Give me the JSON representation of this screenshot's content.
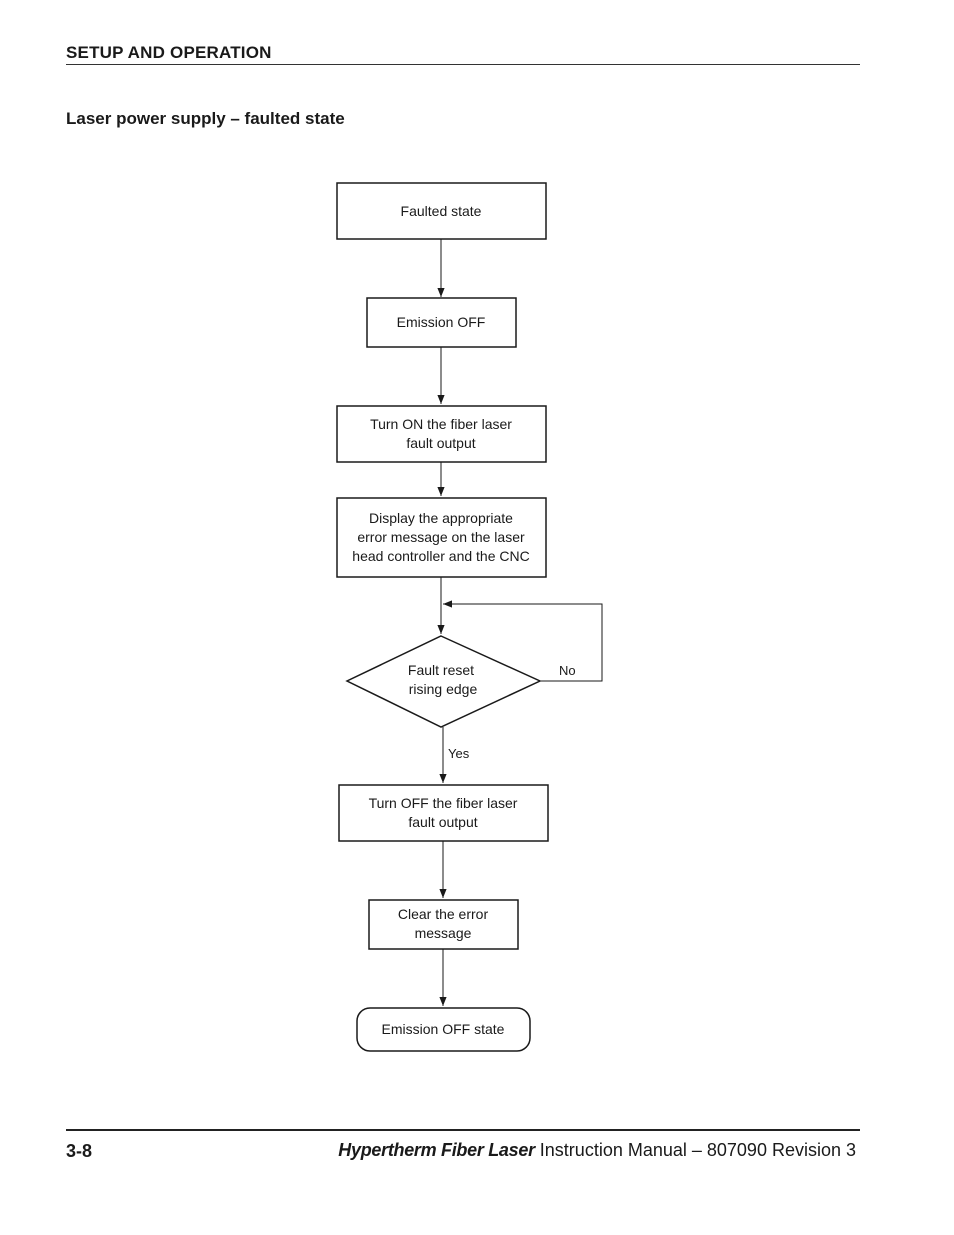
{
  "header": {
    "section": "SETUP AND OPERATION",
    "subtitle": "Laser power supply  –  faulted state"
  },
  "flow": {
    "faulted_state": "Faulted state",
    "emission_off": "Emission OFF",
    "turn_on_fault": [
      "Turn ON the fiber laser",
      "fault output"
    ],
    "display_error": [
      "Display the appropriate",
      "error message on the laser",
      "head controller and the CNC"
    ],
    "decision": [
      "Fault reset",
      "rising edge"
    ],
    "no_label": "No",
    "yes_label": "Yes",
    "turn_off_fault": [
      "Turn OFF the fiber laser",
      "fault output"
    ],
    "clear_error": [
      "Clear the error",
      "message"
    ],
    "end_state": "Emission OFF state"
  },
  "footer": {
    "page_number": "3-8",
    "brand": "Hypertherm Fiber Laser",
    "title": "Instruction Manual  –  807090 Revision 3"
  }
}
